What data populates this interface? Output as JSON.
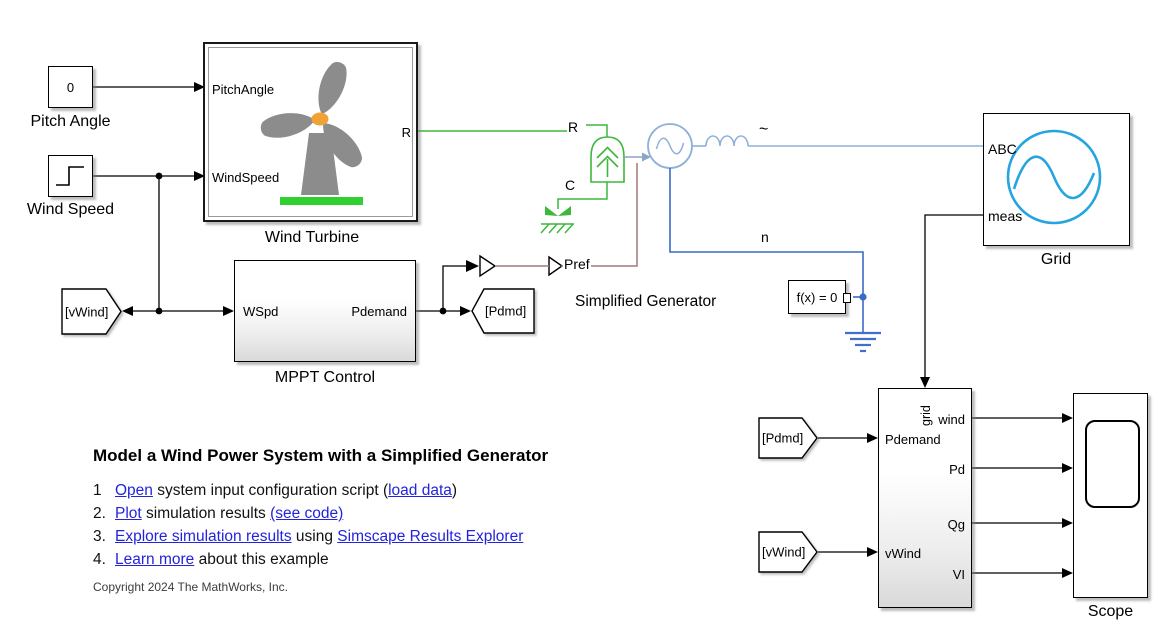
{
  "blocks": {
    "pitch_angle": {
      "value": "0",
      "label": "Pitch Angle"
    },
    "wind_speed": {
      "label": "Wind Speed"
    },
    "wind_turbine": {
      "label": "Wind Turbine",
      "port_in1": "PitchAngle",
      "port_in2": "WindSpeed",
      "port_out": "R"
    },
    "mppt": {
      "label": "MPPT Control",
      "port_in": "WSpd",
      "port_out": "Pdemand"
    },
    "goto_vwind": {
      "label": "[vWind]"
    },
    "goto_pdmd": {
      "label": "[Pdmd]"
    },
    "from_pdmd": {
      "label": "[Pdmd]"
    },
    "from_vwind": {
      "label": "[vWind]"
    },
    "generator": {
      "label": "Simplified Generator",
      "port_r": "R",
      "port_c": "C",
      "port_pref": "Pref",
      "port_ac": "~",
      "port_n": "n"
    },
    "solver": {
      "label": "f(x) = 0"
    },
    "grid": {
      "label": "Grid",
      "port_abc": "ABC",
      "port_meas": "meas"
    },
    "measurements": {
      "port_grid": "grid",
      "port_pdemand": "Pdemand",
      "port_vwind": "vWind",
      "port_wind": "wind",
      "port_pd": "Pd",
      "port_qg": "Qg",
      "port_vi": "VI"
    },
    "scope": {
      "label": "Scope"
    }
  },
  "notes": {
    "title": "Model a Wind Power System with a Simplified Generator",
    "i1": {
      "num": "1",
      "l1": "Open",
      "t1": " system input configuration script (",
      "l2": "load data",
      "t2": ")"
    },
    "i2": {
      "num": "2.",
      "l1": "Plot",
      "t1": " simulation results ",
      "l2": "(see code)"
    },
    "i3": {
      "num": "3.",
      "l1": "Explore simulation results",
      "t1": " using ",
      "l2": "Simscape Results Explorer"
    },
    "i4": {
      "num": "4.",
      "l1": "Learn more",
      "t1": " about this example"
    },
    "copyright": "Copyright 2024 The MathWorks, Inc."
  },
  "colors": {
    "signal_black": "#000000",
    "mechanical_green": "#3cb83c",
    "electrical_light_blue": "#8fb0d8",
    "electrical_blue": "#3a6bc4",
    "physical_signal_brown": "#a07878",
    "grid_cyan": "#25a5e0",
    "turbine_base_green": "#30d030",
    "hub_orange": "#f0a237",
    "link_blue": "#2323dd"
  }
}
